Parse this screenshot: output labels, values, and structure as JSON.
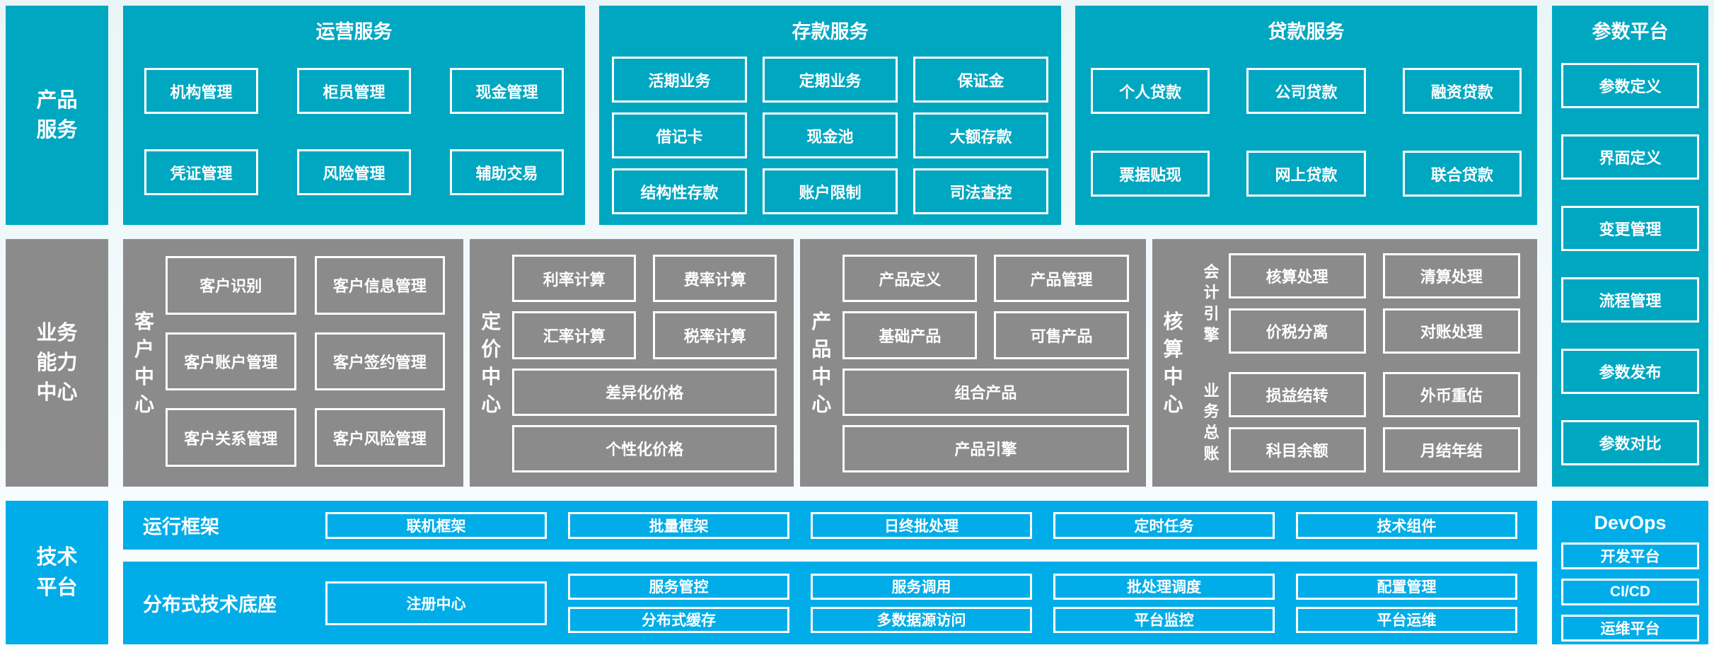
{
  "colors": {
    "teal": "#00a7c1",
    "gray": "#8b8b8b",
    "blue": "#00ade8",
    "page_bg": "#e9f5f8"
  },
  "left_labels": {
    "product": "产品\n服务",
    "capability": "业务\n能力\n中心",
    "tech": "技术\n平台"
  },
  "operations": {
    "title": "运营服务",
    "boxes": [
      "机构管理",
      "柜员管理",
      "现金管理",
      "凭证管理",
      "风险管理",
      "辅助交易"
    ]
  },
  "deposit": {
    "title": "存款服务",
    "boxes": [
      "活期业务",
      "定期业务",
      "保证金",
      "借记卡",
      "现金池",
      "大额存款",
      "结构性存款",
      "账户限制",
      "司法查控"
    ]
  },
  "loan": {
    "title": "贷款服务",
    "boxes": [
      "个人贷款",
      "公司贷款",
      "融资贷款",
      "票据贴现",
      "网上贷款",
      "联合贷款"
    ]
  },
  "param_platform": {
    "title": "参数平台",
    "boxes": [
      "参数定义",
      "界面定义",
      "变更管理",
      "流程管理",
      "参数发布",
      "参数对比"
    ]
  },
  "customer_center": {
    "label": "客\n户\n中\n心",
    "boxes": [
      "客户识别",
      "客户信息管理",
      "客户账户管理",
      "客户签约管理",
      "客户关系管理",
      "客户风险管理"
    ]
  },
  "pricing_center": {
    "label": "定\n价\n中\n心",
    "boxes": [
      "利率计算",
      "费率计算",
      "汇率计算",
      "税率计算"
    ],
    "wide_boxes": [
      "差异化价格",
      "个性化价格"
    ]
  },
  "product_center": {
    "label": "产\n品\n中\n心",
    "boxes": [
      "产品定义",
      "产品管理",
      "基础产品",
      "可售产品"
    ],
    "wide_boxes": [
      "组合产品",
      "产品引擎"
    ]
  },
  "accounting_center": {
    "label": "核\n算\n中\n心",
    "groups": [
      {
        "label": "会\n计\n引\n擎",
        "boxes": [
          "核算处理",
          "清算处理",
          "价税分离",
          "对账处理"
        ]
      },
      {
        "label": "业\n务\n总\n账",
        "boxes": [
          "损益结转",
          "外币重估",
          "科目余额",
          "月结年结"
        ]
      }
    ]
  },
  "runtime_framework": {
    "label": "运行框架",
    "boxes": [
      "联机框架",
      "批量框架",
      "日终批处理",
      "定时任务",
      "技术组件"
    ]
  },
  "distributed_base": {
    "label": "分布式技术底座",
    "registry": "注册中心",
    "boxes": [
      "服务管控",
      "服务调用",
      "批处理调度",
      "配置管理",
      "分布式缓存",
      "多数据源访问",
      "平台监控",
      "平台运维"
    ]
  },
  "devops": {
    "title": "DevOps",
    "boxes": [
      "开发平台",
      "CI/CD",
      "运维平台"
    ]
  }
}
